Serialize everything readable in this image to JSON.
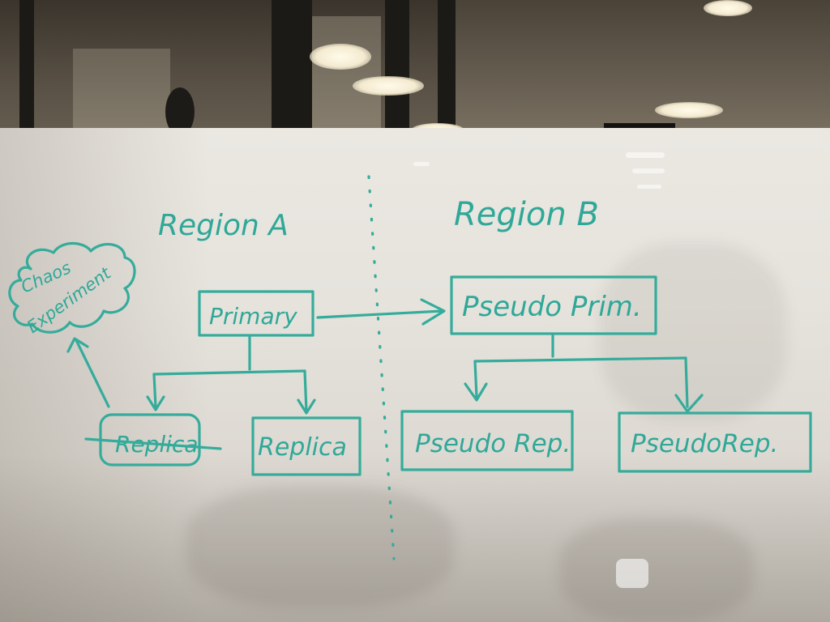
{
  "whiteboard": {
    "region_a_label": "Region A",
    "region_b_label": "Region B",
    "cloud_line1": "Chaos",
    "cloud_line2": "Experiment",
    "primary_label": "Primary",
    "replica_crossed_label": "Replica",
    "replica_label": "Replica",
    "pseudo_primary_label": "Pseudo Prim.",
    "pseudo_replica_1_label": "Pseudo Rep.",
    "pseudo_replica_2_label": "PseudoRep."
  },
  "colors": {
    "marker": "#35ac9b",
    "glass": "#e6e3dd"
  }
}
